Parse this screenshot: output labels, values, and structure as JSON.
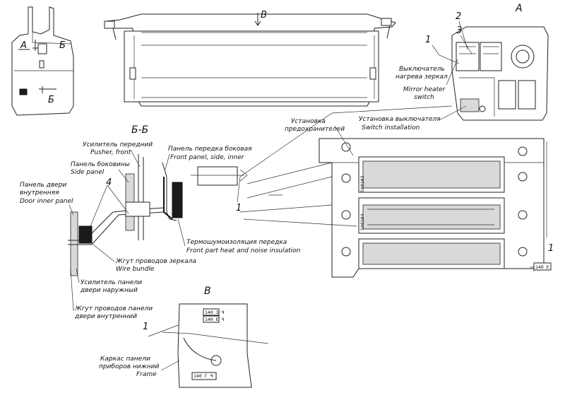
{
  "views": {
    "section_label": "Б-Б",
    "view_a_label": "А",
    "view_v_label": "В",
    "arrow_a": "А",
    "arrow_b1": "Б",
    "arrow_b2": "Б",
    "arrow_v": "В"
  },
  "callouts": {
    "n1_top": "1",
    "n2": "2",
    "n3": "3",
    "n1_section": "1",
    "n4": "4",
    "n1_block": "1",
    "n1_view_v": "1"
  },
  "labels": {
    "mirror_switch_ru": "Выключатель",
    "mirror_switch_ru2": "нагрева зеркал",
    "mirror_switch_en": "Mirror heater",
    "mirror_switch_en2": "switch",
    "switch_inst_ru": "Установка выключателя",
    "switch_inst_en": "Switch installation",
    "fuse_inst_ru": "Установка",
    "fuse_inst_ru2": "предохранителей",
    "pusher_ru": "Усилитель передний",
    "pusher_en": "Pusher, front",
    "side_panel_ru": "Панель боковины",
    "side_panel_en": "Side panel",
    "front_panel_ru": "Панель передка боковая",
    "front_panel_en": "Front panel, side, inner",
    "door_inner_ru": "Панель двери",
    "door_inner_ru2": "внутренняя",
    "door_inner_en": "Door inner panel",
    "heat_ins_ru": "Термошумоизоляция передка",
    "heat_ins_en": "Front part heat and noise insulation",
    "mirror_bundle_ru": "Жгут проводов зеркала",
    "mirror_bundle_en": "Wire bundle",
    "door_outer_ru": "Усилитель панели",
    "door_outer_ru2": "двери наружный",
    "door_bundle_ru": "Жгут проводов панели",
    "door_bundle_ru2": "двери внутренний",
    "frame_ru": "Каркас панели",
    "frame_ru2": "приборов нижний",
    "frame_en": "Frame"
  },
  "tags": {
    "fuse_top": "SA0103",
    "fuse_mid": "SA0104",
    "wire_right": "140 Е",
    "v_tag1": "140 З Ч",
    "v_tag2": "140 Е Ч",
    "v_tag3": "140 Г Ч"
  }
}
